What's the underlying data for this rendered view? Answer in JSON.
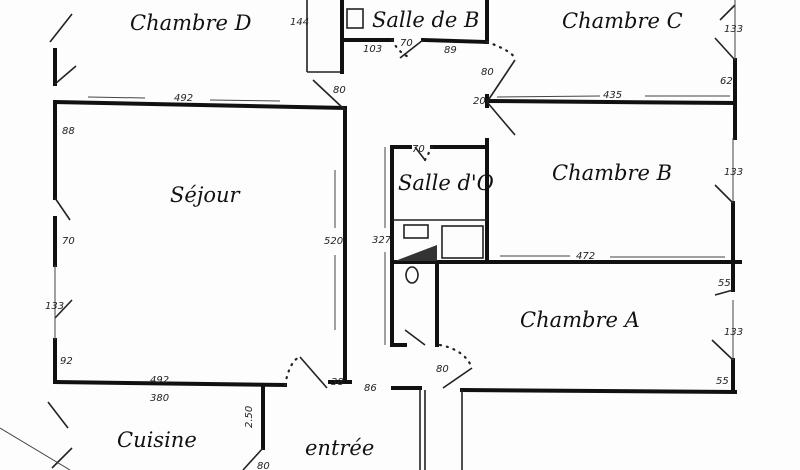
{
  "rooms": {
    "chambre_d": "Chambre D",
    "salle_de_b": "Salle de B",
    "chambre_c": "Chambre C",
    "sejour": "Séjour",
    "salle_do": "Salle d'O",
    "chambre_b": "Chambre B",
    "chambre_a": "Chambre A",
    "cuisine": "Cuisine",
    "entree": "entrée"
  },
  "dimensions": {
    "closet_d": "144",
    "salle_b_1": "103",
    "salle_b_door": "70",
    "salle_b_2": "89",
    "door_d": "80",
    "sejour_width_top": "492",
    "corridor_door": "80",
    "corridor_wall": "20",
    "chambre_c_width": "435",
    "chambre_c_window": "133",
    "chambre_c_pier": "62",
    "sejour_left_1": "88",
    "sejour_left_2": "70",
    "sejour_left_window": "133",
    "sejour_left_3": "92",
    "sejour_height": "520",
    "salle_o_door": "70",
    "salle_o_height": "327",
    "chambre_b_width": "472",
    "chambre_b_window": "133",
    "chambre_a_pier_top": "55",
    "chambre_a_window": "133",
    "chambre_a_pier_bottom": "55",
    "chambre_a_door": "80",
    "sejour_width_bottom": "492",
    "cuisine_width": "380",
    "entree_pier": "38",
    "entree_door": "86",
    "cuisine_depth": "2.50",
    "cuisine_door": "80"
  }
}
